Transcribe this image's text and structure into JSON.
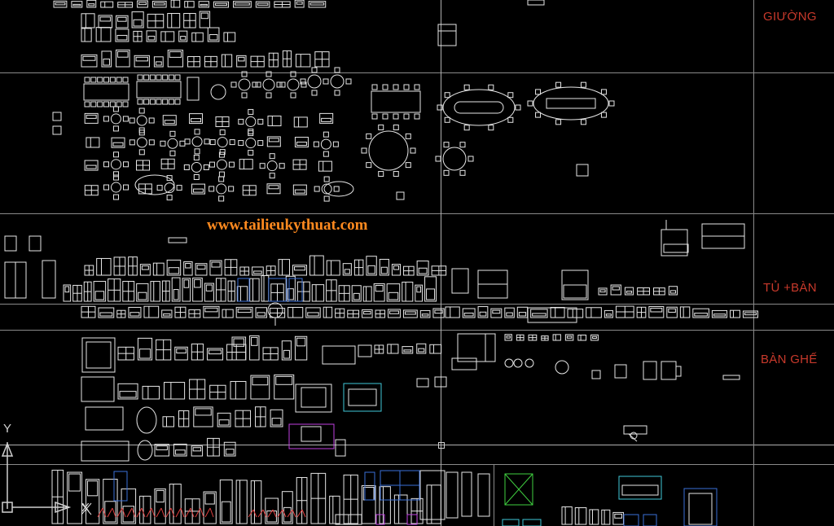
{
  "sections": {
    "bed": "GIƯỜNG",
    "cabinet_table": "TỦ +BÀN",
    "table_chair": "BÀN GHẾ"
  },
  "watermark": "www.tailieukythuat.com",
  "ucs": {
    "y_label": "Y",
    "x_label": "X"
  },
  "colors": {
    "background": "#000000",
    "grid_line": "#8a8a8a",
    "section_label": "#c8392b",
    "watermark": "#ff8a1f",
    "block_white": "#e6e6e6",
    "block_blue": "#3a6fd8",
    "block_magenta": "#c040e0",
    "block_cyan": "#40c8d8",
    "block_green": "#40d040",
    "block_red": "#e04040"
  },
  "icons": [
    "crosshair-cursor-icon",
    "ucs-icon"
  ]
}
